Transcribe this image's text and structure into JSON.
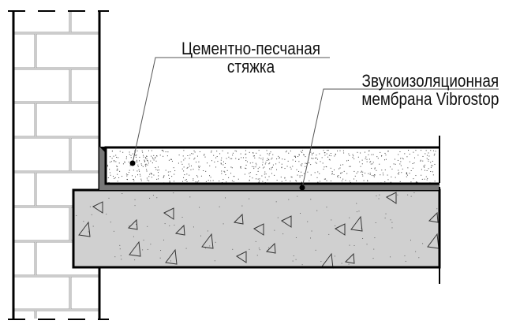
{
  "labels": {
    "screed": {
      "line1": "Цементно-песчаная",
      "line2": "стяжка"
    },
    "membrane": {
      "line1": "Звукоизоляционная",
      "line2": "мембрана Vibrostop"
    }
  },
  "colors": {
    "wall_joint": "#999999",
    "membrane": "#777777",
    "slab": "#d0d0d0",
    "screed": "#ffffff",
    "outline": "#000000"
  }
}
